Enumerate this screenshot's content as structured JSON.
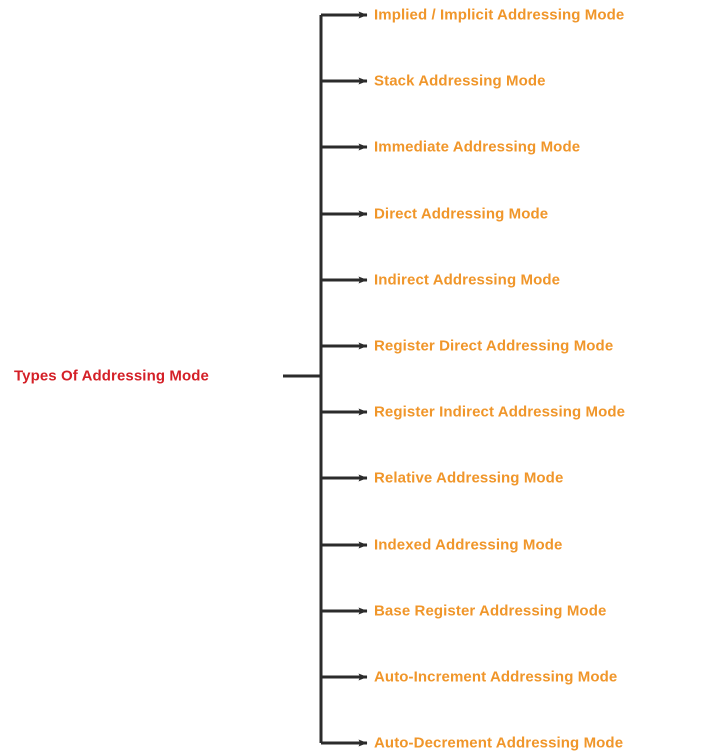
{
  "diagram": {
    "type": "tree",
    "orientation": "left-to-right",
    "root": {
      "label": "Types Of Addressing Mode",
      "color": "#d42027"
    },
    "branch_color": "#f0962a",
    "connector_color": "#2b2b2b",
    "background": "#ffffff",
    "branch_count": 12,
    "branches": [
      {
        "label": "Implied / Implicit Addressing Mode"
      },
      {
        "label": "Stack Addressing Mode"
      },
      {
        "label": "Immediate Addressing Mode"
      },
      {
        "label": "Direct Addressing Mode"
      },
      {
        "label": "Indirect Addressing Mode"
      },
      {
        "label": "Register Direct Addressing Mode"
      },
      {
        "label": "Register Indirect Addressing Mode"
      },
      {
        "label": "Relative Addressing Mode"
      },
      {
        "label": "Indexed Addressing Mode"
      },
      {
        "label": "Base Register Addressing Mode"
      },
      {
        "label": "Auto-Increment Addressing Mode"
      },
      {
        "label": "Auto-Decrement Addressing Mode"
      }
    ]
  }
}
